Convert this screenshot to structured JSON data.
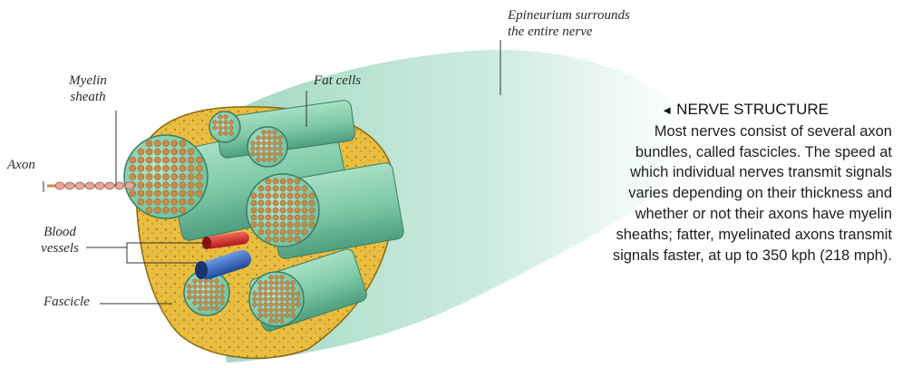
{
  "labels": {
    "epineurium": [
      "Epineurium surrounds",
      "the entire nerve"
    ],
    "myelin": [
      "Myelin",
      "sheath"
    ],
    "fat_cells": "Fat cells",
    "axon": "Axon",
    "blood_vessels": [
      "Blood",
      "vessels"
    ],
    "fascicle": "Fascicle"
  },
  "caption": {
    "arrow": "◄",
    "title": "NERVE STRUCTURE",
    "lines": [
      "Most nerves consist of several axon",
      "bundles, called fascicles. The speed at",
      "which individual nerves transmit signals",
      "varies depending on their thickness and",
      "whether or not their axons have myelin",
      "sheaths; fatter, myelinated axons transmit",
      "signals faster, at up to 350 kph (218 mph)."
    ]
  },
  "colors": {
    "fascicle_green": "#8fd6b4",
    "fascicle_dark": "#4fa884",
    "fat_yellow": "#e6b93a",
    "axon_brown": "#c98a4a",
    "vessel_red": "#d8282a",
    "vessel_blue": "#2d63b8",
    "epineurium_green": "#a9dcc8"
  }
}
